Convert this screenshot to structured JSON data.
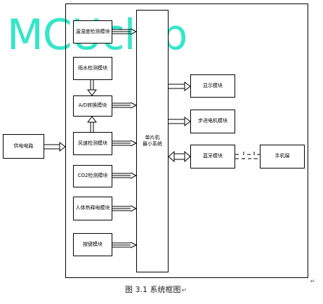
{
  "watermark": "MCUclub",
  "modules": {
    "temp_humidity": "温湿度检测模块",
    "rain": "雨水检测模块",
    "adc": "A/D转换模块",
    "wind": "风速检测模块",
    "co2": "CO2检测模块",
    "pir": "人体热释电模块",
    "keys": "按键模块"
  },
  "mcu": {
    "line1": "单片机",
    "line2": "最小系统"
  },
  "outputs": {
    "display": "显示模块",
    "stepper": "步进电机模块",
    "bluetooth": "蓝牙模块",
    "phone": "手机端"
  },
  "power": "供电电路",
  "caption": {
    "text": "图 3.1 系统框图",
    "return_mark": "↵"
  },
  "corner_mark": "↵"
}
